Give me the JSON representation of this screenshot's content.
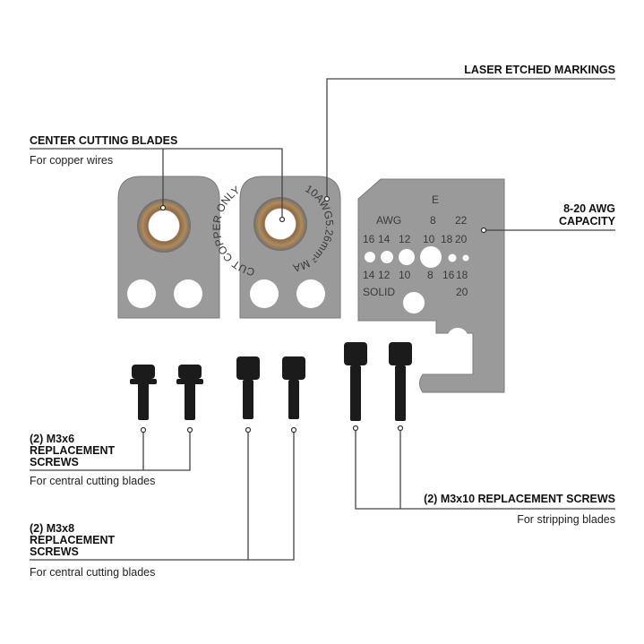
{
  "callouts": {
    "laser": {
      "title": "LASER ETCHED MARKINGS"
    },
    "center": {
      "title": "CENTER CUTTING BLADES",
      "subtitle": "For copper wires"
    },
    "capacity": {
      "title_line1": "8-20 AWG",
      "title_line2": "CAPACITY"
    },
    "m3x6": {
      "line1": "(2) M3x6",
      "line2": "REPLACEMENT",
      "line3": "SCREWS",
      "subtitle": "For central cutting blades"
    },
    "m3x8": {
      "line1": "(2) M3x8",
      "line2": "REPLACEMENT",
      "line3": "SCREWS",
      "subtitle": "For central cutting blades"
    },
    "m3x10": {
      "title": "(2) M3x10 REPLACEMENT SCREWS",
      "subtitle": "For stripping blades"
    }
  },
  "etching": {
    "cut_copper": "CUT COPPER ONLY",
    "rating": "10AWG5.26mm² MAX",
    "letter": "E",
    "awg": "AWG",
    "row1": [
      "8",
      "22"
    ],
    "row2": [
      "16",
      "14",
      "12",
      "10",
      "18",
      "20"
    ],
    "row3": [
      "14",
      "12",
      "10",
      "8",
      "16",
      "18"
    ],
    "solid": "SOLID",
    "solid_val": "20"
  }
}
